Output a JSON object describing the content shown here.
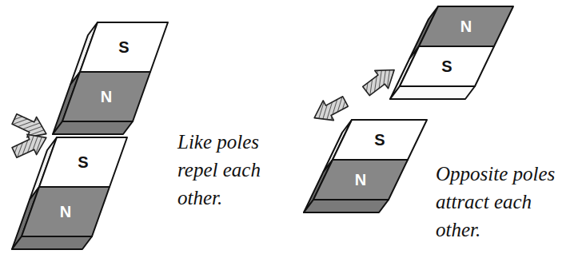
{
  "diagram": {
    "nodes": [
      {
        "text": [
          "S"
        ]
      },
      {
        "text": [
          "N"
        ]
      },
      {
        "text": [
          "S"
        ]
      },
      {
        "text": [
          "N"
        ]
      },
      {
        "text": [
          "N"
        ]
      },
      {
        "text": [
          "S"
        ]
      },
      {
        "text": [
          "S"
        ]
      },
      {
        "text": [
          "N"
        ]
      }
    ],
    "labels": [
      "Like poles repel each other.",
      "Opposite poles attract each other."
    ]
  }
}
